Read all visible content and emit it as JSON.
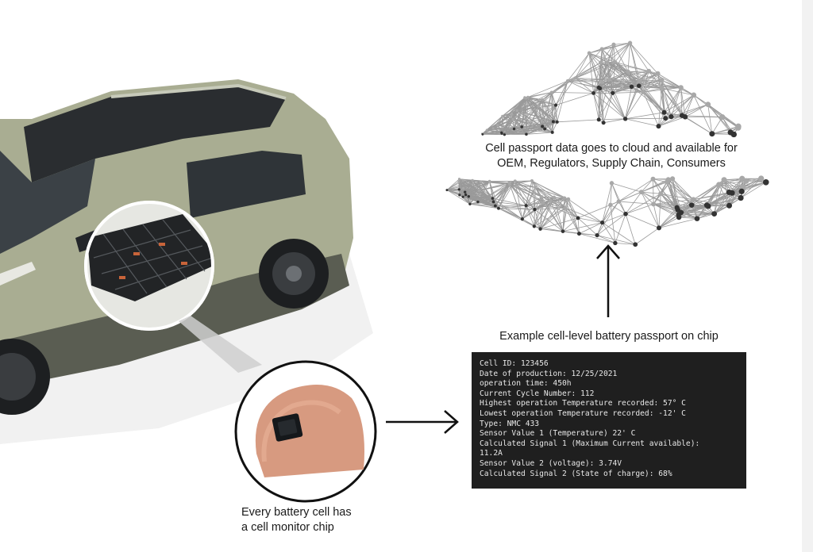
{
  "cloud": {
    "caption_line1": "Cell passport data goes to cloud and available for",
    "caption_line2": "OEM, Regulators, Supply Chain, Consumers"
  },
  "chip_panel": {
    "caption": "Example cell-level battery passport on chip",
    "lines": [
      "Cell ID: 123456",
      "Date of production: 12/25/2021",
      "operation time: 450h",
      "Current Cycle Number: 112",
      "Highest operation Temperature recorded: 57° C",
      "Lowest operation Temperature recorded: -12' C",
      "Type: NMC 433",
      "Sensor Value 1 (Temperature) 22' C",
      "Calculated Signal 1 (Maximum Current available):",
      "11.2A",
      "Sensor Value 2 (voltage): 3.74V",
      "Calculated Signal 2 (State of charge): 68%"
    ]
  },
  "cell_callout": {
    "caption_line1": "Every battery cell has",
    "caption_line2": "a cell monitor chip"
  },
  "colors": {
    "car_body": "#a9ad92",
    "terminal_bg": "#1f1f1f",
    "terminal_text": "#e8e8e8",
    "network_line": "#8a8a8a",
    "network_node": "#333333"
  }
}
